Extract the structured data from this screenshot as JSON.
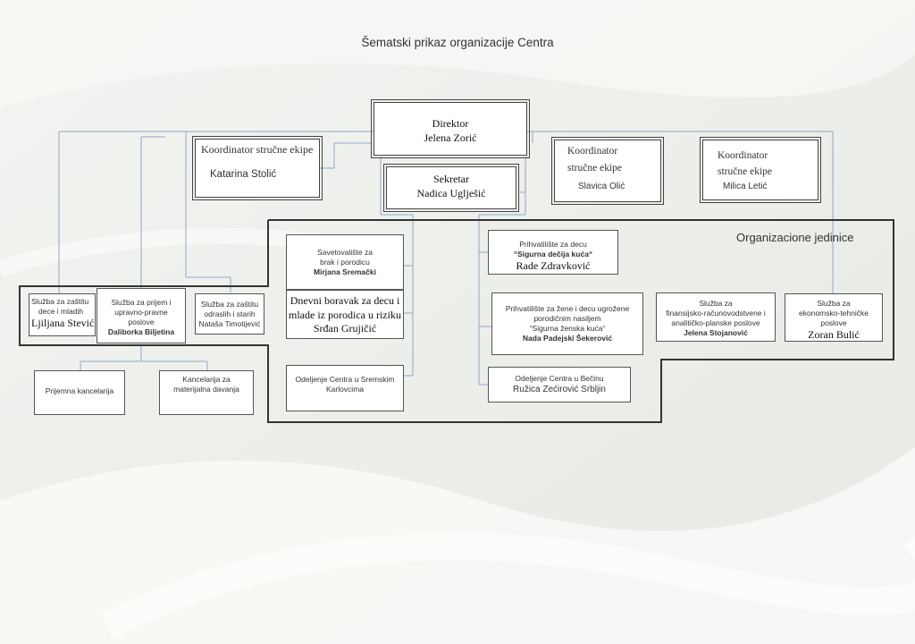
{
  "title": "Šematski prikaz organizacije Centra",
  "org_label": "Organizacione jedinice",
  "director": {
    "role": "Direktor",
    "name": "Jelena Zorić"
  },
  "secretary": {
    "role": "Sekretar",
    "name": "Nadica Uglješić"
  },
  "coordinators": [
    {
      "role": "Koordinator stručne ekipe",
      "name": "Katarina Stolić"
    },
    {
      "role_l1": "Koordinator",
      "role_l2": "stručne ekipe",
      "name": "Slavica Olić"
    },
    {
      "role_l1": "Koordinator",
      "role_l2": "stručne ekipe",
      "name": "Milica Letić"
    }
  ],
  "left_services": [
    {
      "l1": "Služba za zaštitu",
      "l2": "dece i mladih",
      "name": "Ljiljana Stević"
    },
    {
      "l1": "Služba za prijem i",
      "l2": "upravno-pravne",
      "l3": "poslove",
      "name": "Daliborka Biljetina"
    },
    {
      "l1": "Služba za zaštitu",
      "l2": "odraslih i starih",
      "name": "Nataša Timotijević"
    }
  ],
  "sub_units": [
    {
      "label": "Prijemna kancelarija"
    },
    {
      "l1": "Kancelarija za",
      "l2": "materijalna davanja"
    }
  ],
  "middle_units": [
    {
      "l1": "Savetovalište za",
      "l2": "brak i porodicu",
      "name": "Mirjana Sremački"
    },
    {
      "l1": "Dnevni boravak za decu i",
      "l2": "mlade iz porodica u riziku",
      "name": "Srđan Grujičić"
    },
    {
      "l1": "Odeljenje Centra u Sremskim",
      "l2": "Karlovcima"
    }
  ],
  "right_units": [
    {
      "l1": "Prihvatilište za decu",
      "l2": "“Sigurna dečija kuća“",
      "name": "Rade Zdravković"
    },
    {
      "l1": "Prihvatilište za žene i decu ugrožene",
      "l2": "porodičnim nasiljem",
      "l3": "“Sigurna ženska kuća“",
      "name": "Nada Padejski Šekerović"
    },
    {
      "l1": "Odeljenje Centra u Bečinu",
      "name": "Ružica Zećirović Srbljin"
    }
  ],
  "far_right_units": [
    {
      "l1": "Služba za",
      "l2": "finansijsko-računovodstvene i",
      "l3": "analitičko-planske poslove",
      "name": "Jelena Stojanović"
    },
    {
      "l1": "Služba za",
      "l2": "ekonomsko-tehničke",
      "l3": "poslove",
      "name": "Zoran Bulić"
    }
  ]
}
